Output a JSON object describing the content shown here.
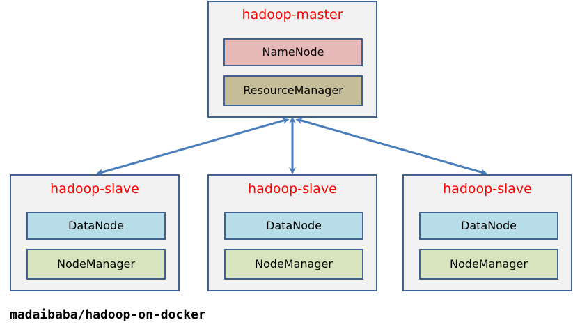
{
  "master": {
    "title": "hadoop-master",
    "services": [
      "NameNode",
      "ResourceManager"
    ]
  },
  "slaves": [
    {
      "title": "hadoop-slave",
      "services": [
        "DataNode",
        "NodeManager"
      ]
    },
    {
      "title": "hadoop-slave",
      "services": [
        "DataNode",
        "NodeManager"
      ]
    },
    {
      "title": "hadoop-slave",
      "services": [
        "DataNode",
        "NodeManager"
      ]
    }
  ],
  "caption": "madaibaba/hadoop-on-docker",
  "colors": {
    "node_title": "#ff0000",
    "border": "#3f6291",
    "arrow": "#4a7ebb",
    "namenode": "#e6b9b8",
    "resourcemanager": "#c4bd97",
    "datanode": "#b7dee8",
    "nodemanager": "#d7e4bd",
    "node_bg": "#f2f2f2"
  }
}
